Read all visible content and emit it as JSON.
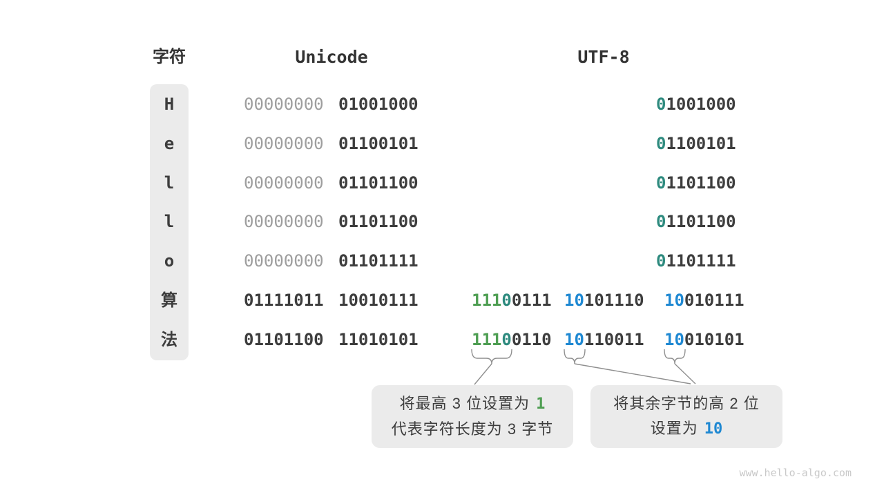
{
  "colors": {
    "base": "#3d3d3d",
    "muted": "#9e9e9e",
    "green": "#4e9e52",
    "teal": "#2d8a7e",
    "blue": "#1e88d2",
    "box_bg": "#ebebeb",
    "line": "#8f8f8f",
    "watermark": "#c9c9c9"
  },
  "headers": {
    "char": "字符",
    "unicode": "Unicode",
    "utf8": "UTF-8"
  },
  "rows": [
    {
      "char": "H",
      "unicode": [
        [
          {
            "t": "00000000",
            "c": "muted"
          }
        ],
        [
          {
            "t": "01001000",
            "c": "base"
          }
        ]
      ],
      "utf8": [
        [
          {
            "t": "0",
            "c": "teal"
          },
          {
            "t": "1001000",
            "c": "base"
          }
        ]
      ]
    },
    {
      "char": "e",
      "unicode": [
        [
          {
            "t": "00000000",
            "c": "muted"
          }
        ],
        [
          {
            "t": "01100101",
            "c": "base"
          }
        ]
      ],
      "utf8": [
        [
          {
            "t": "0",
            "c": "teal"
          },
          {
            "t": "1100101",
            "c": "base"
          }
        ]
      ]
    },
    {
      "char": "l",
      "unicode": [
        [
          {
            "t": "00000000",
            "c": "muted"
          }
        ],
        [
          {
            "t": "01101100",
            "c": "base"
          }
        ]
      ],
      "utf8": [
        [
          {
            "t": "0",
            "c": "teal"
          },
          {
            "t": "1101100",
            "c": "base"
          }
        ]
      ]
    },
    {
      "char": "l",
      "unicode": [
        [
          {
            "t": "00000000",
            "c": "muted"
          }
        ],
        [
          {
            "t": "01101100",
            "c": "base"
          }
        ]
      ],
      "utf8": [
        [
          {
            "t": "0",
            "c": "teal"
          },
          {
            "t": "1101100",
            "c": "base"
          }
        ]
      ]
    },
    {
      "char": "o",
      "unicode": [
        [
          {
            "t": "00000000",
            "c": "muted"
          }
        ],
        [
          {
            "t": "01101111",
            "c": "base"
          }
        ]
      ],
      "utf8": [
        [
          {
            "t": "0",
            "c": "teal"
          },
          {
            "t": "1101111",
            "c": "base"
          }
        ]
      ]
    },
    {
      "char": "算",
      "unicode": [
        [
          {
            "t": "01111011",
            "c": "base"
          }
        ],
        [
          {
            "t": "10010111",
            "c": "base"
          }
        ]
      ],
      "utf8": [
        [
          {
            "t": "111",
            "c": "green"
          },
          {
            "t": "0",
            "c": "teal"
          },
          {
            "t": "0111",
            "c": "base"
          }
        ],
        [
          {
            "t": "10",
            "c": "blue"
          },
          {
            "t": "101110",
            "c": "base"
          }
        ],
        [
          {
            "t": "10",
            "c": "blue"
          },
          {
            "t": "010111",
            "c": "base"
          }
        ]
      ]
    },
    {
      "char": "法",
      "unicode": [
        [
          {
            "t": "01101100",
            "c": "base"
          }
        ],
        [
          {
            "t": "11010101",
            "c": "base"
          }
        ]
      ],
      "utf8": [
        [
          {
            "t": "111",
            "c": "green"
          },
          {
            "t": "0",
            "c": "teal"
          },
          {
            "t": "0110",
            "c": "base"
          }
        ],
        [
          {
            "t": "10",
            "c": "blue"
          },
          {
            "t": "110011",
            "c": "base"
          }
        ],
        [
          {
            "t": "10",
            "c": "blue"
          },
          {
            "t": "010101",
            "c": "base"
          }
        ]
      ]
    }
  ],
  "callouts": {
    "left": {
      "line1_text": "将最高 3 位设置为",
      "line1_highlight": "1",
      "line2_text": "代表字符长度为 3 字节"
    },
    "right": {
      "line1_text": "将其余字节的高 2 位",
      "line2_text": "设置为",
      "line2_highlight": "10"
    }
  },
  "watermark": "www.hello-algo.com"
}
